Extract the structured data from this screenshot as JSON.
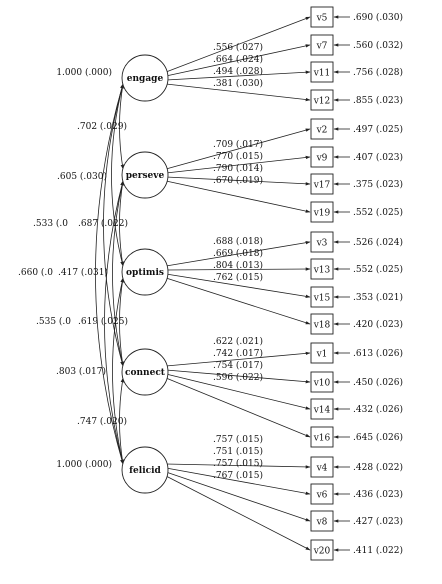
{
  "factors": [
    {
      "name": "engage",
      "variance": "1.000 (.000)"
    },
    {
      "name": "perseve",
      "variance": ""
    },
    {
      "name": "optimis",
      "variance": ""
    },
    {
      "name": "connect",
      "variance": ""
    },
    {
      "name": "felicid",
      "variance": "1.000 (.000)"
    }
  ],
  "indicators": [
    {
      "name": "v5",
      "factor": 0,
      "loading": ".556 (.027)",
      "error": ".690 (.030)"
    },
    {
      "name": "v7",
      "factor": 0,
      "loading": ".664 (.024)",
      "error": ".560 (.032)"
    },
    {
      "name": "v11",
      "factor": 0,
      "loading": ".494 (.028)",
      "error": ".756 (.028)"
    },
    {
      "name": "v12",
      "factor": 0,
      "loading": ".381 (.030)",
      "error": ".855 (.023)"
    },
    {
      "name": "v2",
      "factor": 1,
      "loading": ".709 (.017)",
      "error": ".497 (.025)"
    },
    {
      "name": "v9",
      "factor": 1,
      "loading": ".770 (.015)",
      "error": ".407 (.023)"
    },
    {
      "name": "v17",
      "factor": 1,
      "loading": ".790 (.014)",
      "error": ".375 (.023)"
    },
    {
      "name": "v19",
      "factor": 1,
      "loading": ".670 (.019)",
      "error": ".552 (.025)"
    },
    {
      "name": "v3",
      "factor": 2,
      "loading": ".688 (.018)",
      "error": ".526 (.024)"
    },
    {
      "name": "v13",
      "factor": 2,
      "loading": ".669 (.018)",
      "error": ".552 (.025)"
    },
    {
      "name": "v15",
      "factor": 2,
      "loading": ".804 (.013)",
      "error": ".353 (.021)"
    },
    {
      "name": "v18",
      "factor": 2,
      "loading": ".762 (.015)",
      "error": ".420 (.023)"
    },
    {
      "name": "v1",
      "factor": 3,
      "loading": ".622 (.021)",
      "error": ".613 (.026)"
    },
    {
      "name": "v10",
      "factor": 3,
      "loading": ".742 (.017)",
      "error": ".450 (.026)"
    },
    {
      "name": "v14",
      "factor": 3,
      "loading": ".754 (.017)",
      "error": ".432 (.026)"
    },
    {
      "name": "v16",
      "factor": 3,
      "loading": ".596 (.022)",
      "error": ".645 (.026)"
    },
    {
      "name": "v4",
      "factor": 4,
      "loading": ".757 (.015)",
      "error": ".428 (.022)"
    },
    {
      "name": "v6",
      "factor": 4,
      "loading": ".751 (.015)",
      "error": ".436 (.023)"
    },
    {
      "name": "v8",
      "factor": 4,
      "loading": ".757 (.015)",
      "error": ".427 (.023)"
    },
    {
      "name": "v20",
      "factor": 4,
      "loading": ".767 (.015)",
      "error": ".411 (.022)"
    }
  ],
  "correlations": [
    {
      "from": 0,
      "to": 1,
      "label": ".702 (.029)"
    },
    {
      "from": 0,
      "to": 2,
      "label": ".605 (.030)"
    },
    {
      "from": 1,
      "to": 2,
      "label": ".687 (.022)"
    },
    {
      "from": 0,
      "to": 3,
      "label": ".533 (.0"
    },
    {
      "from": 0,
      "to": 4,
      "label": ".660 (.0"
    },
    {
      "from": 1,
      "to": 3,
      "label": ".417 (.031)"
    },
    {
      "from": 1,
      "to": 4,
      "label": ".535 (.0"
    },
    {
      "from": 2,
      "to": 3,
      "label": ".619 (.025)"
    },
    {
      "from": 2,
      "to": 4,
      "label": ".803 (.017)"
    },
    {
      "from": 3,
      "to": 4,
      "label": ".747 (.020)"
    }
  ]
}
